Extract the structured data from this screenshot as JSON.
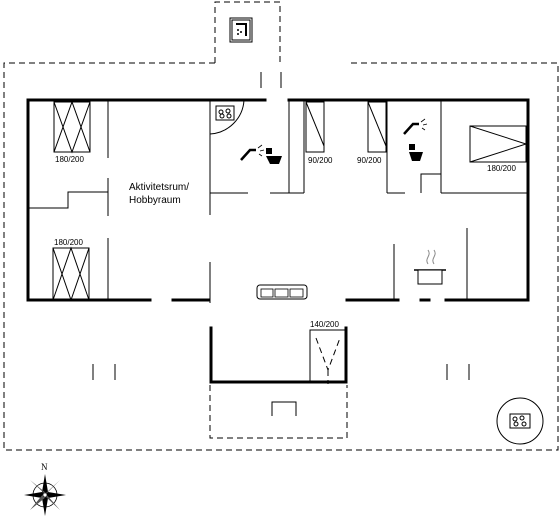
{
  "floorplan": {
    "rooms": {
      "activity_room_line1": "Aktivitetsrum/",
      "activity_room_line2": "Hobbyraum"
    },
    "beds": {
      "room_a_top": "180/200",
      "room_a_bottom": "180/200",
      "room_b": "90/200",
      "room_c": "90/200",
      "room_d": "180/200",
      "loft": "140/200"
    },
    "compass": {
      "north": "N"
    },
    "icons": [
      "shower-icon",
      "toilet-icon",
      "hot-tub-icon",
      "sofa-icon",
      "cooking-pot-icon",
      "compass-rose-icon"
    ]
  }
}
